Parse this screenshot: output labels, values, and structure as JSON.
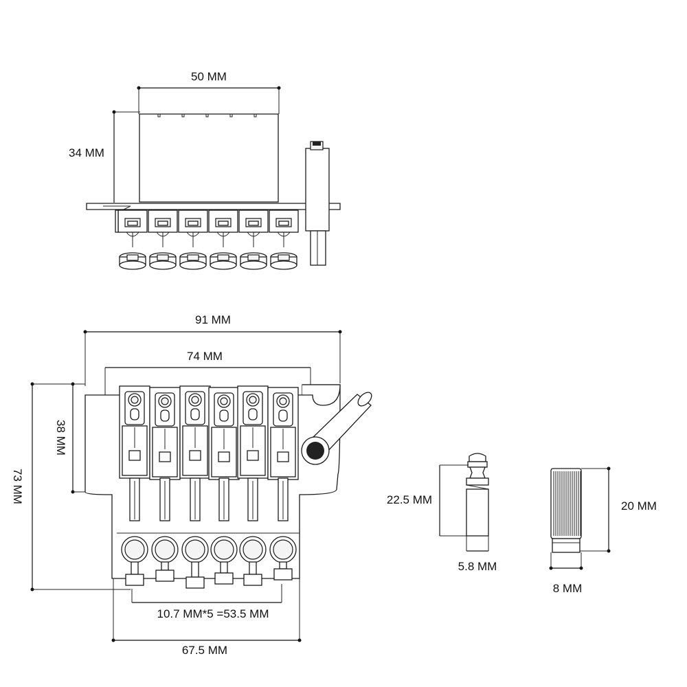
{
  "dimensions": {
    "top_width": "50 MM",
    "top_height": "34 MM",
    "overall_width": "91 MM",
    "saddle_span": "74 MM",
    "saddle_height": "38 MM",
    "overall_height": "73 MM",
    "string_spacing": "10.7 MM*5 =53.5 MM",
    "base_width": "67.5 MM",
    "screw_length": "22.5 MM",
    "screw_width": "5.8 MM",
    "knob_length": "20 MM",
    "knob_width": "8 MM"
  }
}
